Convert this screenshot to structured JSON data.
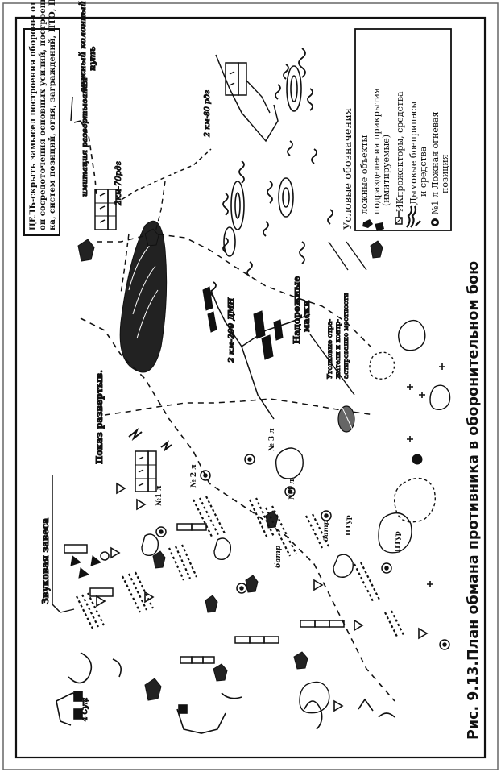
{
  "figure": {
    "caption": "Рис. 9.13.План обмана противника в оборонительном бою",
    "goal_lines": [
      "ЦЕЛЬ-скрыть замысел построения обороны от противника, рай-",
      "он сосредоточения основных усилий, построение боевого поряд-",
      "ка, систем позиций, огня, заграждений, ПТО, ПВО, ПДО"
    ]
  },
  "legend": {
    "title": "Условые обозначения",
    "items": [
      {
        "icon": "false-object-icon",
        "lines": [
          "ложные объекты"
        ]
      },
      {
        "icon": "cover-units-icon",
        "lines": [
          "подразделения прикрытия",
          "(имитируемые)"
        ]
      },
      {
        "icon": "ir-searchlight-icon",
        "lines": [
          "ИКпрожекторы, средства"
        ]
      },
      {
        "icon": "smoke-munitions-icon",
        "lines": [
          "Дымовые боеприпасы",
          "и средства"
        ]
      },
      {
        "icon": "false-firing-position-icon",
        "lines": [
          "№1 л  Ложная огневая",
          "позиция"
        ]
      }
    ]
  },
  "labels": {
    "sound_curtain": "Звуковая завеса",
    "deploy_show": "Показ развертыв.",
    "deploy_imitation": "имитация развертывания",
    "false_column_path_1": "ложный колонный",
    "false_column_path_2": "путь",
    "dist_2km_70": "2км-70рдг",
    "dist_2km_80": "2 км-80 рдг",
    "dist_2km_200": "2 км-200 ДМН",
    "road_masks_1": "Надорожные",
    "road_masks_2": "маски",
    "reflectors_1": "Уголковые отра-",
    "reflectors_2": "жатели и контр-",
    "reflectors_3": "астирование местности",
    "bat": "батр",
    "bat2": "батр",
    "n1l": "№1 л",
    "n2l": "№ 2 л",
    "n3l": "№ 3 л",
    "n4l": "№4 л",
    "ptur": "ПТур",
    "ptur2": "ПТур",
    "unit4": "4 Сут"
  },
  "colors": {
    "ink": "#111111",
    "paper": "#ffffff",
    "frame": "#555555"
  }
}
